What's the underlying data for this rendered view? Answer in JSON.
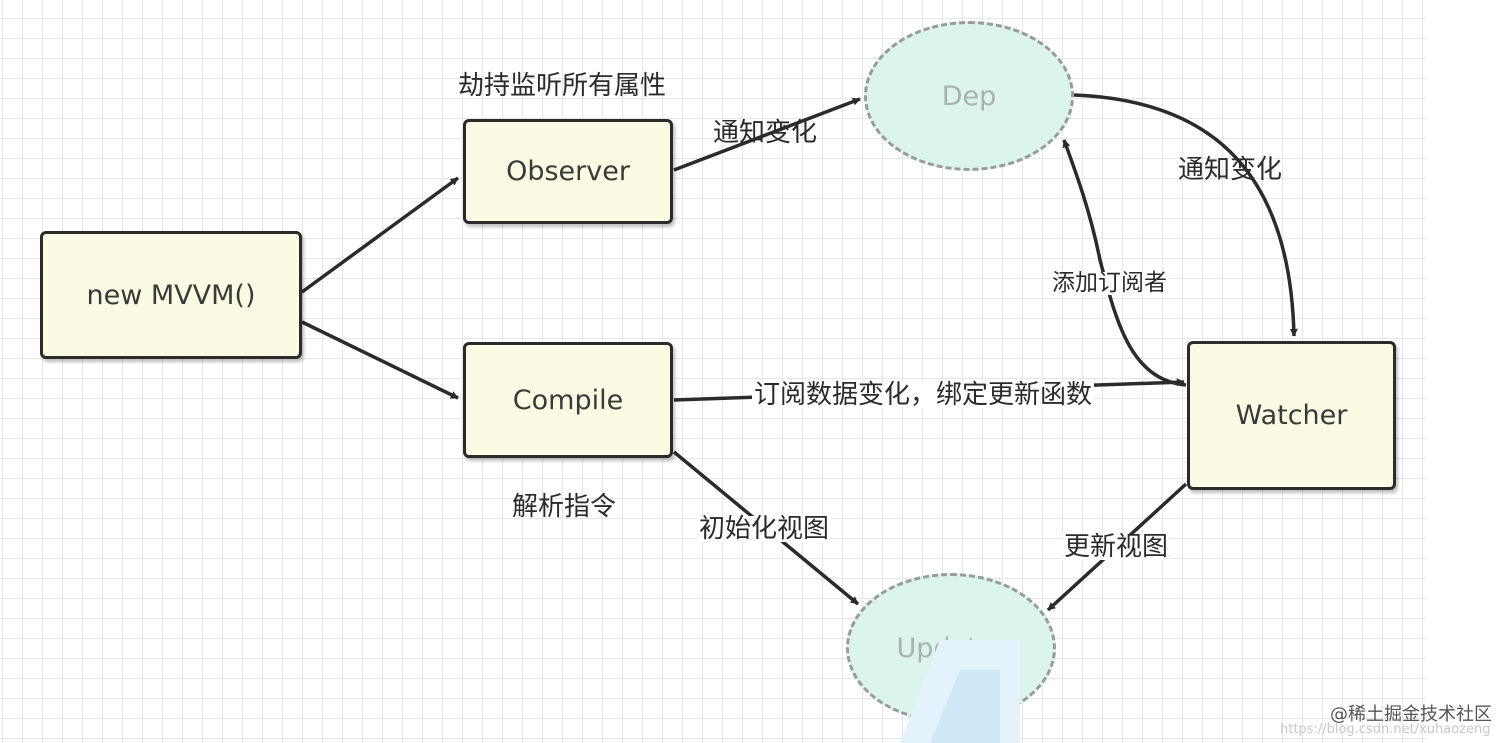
{
  "nodes": {
    "mvvm": "new MVVM()",
    "observer": "Observer",
    "compile": "Compile",
    "watcher": "Watcher",
    "dep": "Dep",
    "updater": "Updater"
  },
  "labels": {
    "hijack": "劫持监听所有属性",
    "notify_dep": "通知变化",
    "notify_watcher": "通知变化",
    "add_subscriber": "添加订阅者",
    "subscribe": "订阅数据变化，绑定更新函数",
    "parse": "解析指令",
    "init_view": "初始化视图",
    "update_view": "更新视图"
  },
  "watermark": {
    "brand": "@稀土掘金技术社区",
    "url": "https://blog.csdn.net/xuhaozeng"
  },
  "colors": {
    "node_fill": "#fbfbe3",
    "ellipse_fill": "#dcf5ec",
    "stroke": "#2b2b2b",
    "dashed_stroke": "#9a9a9a"
  }
}
